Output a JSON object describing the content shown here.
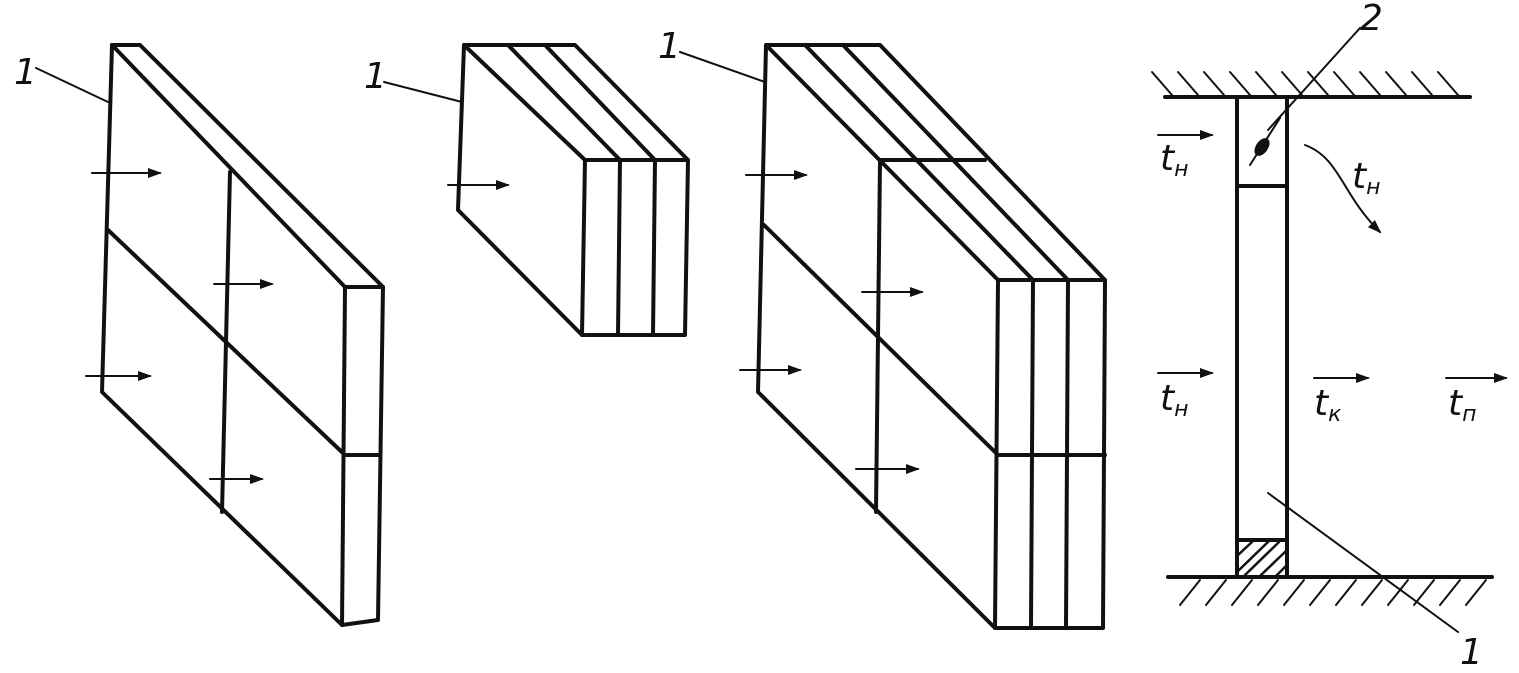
{
  "labels": {
    "panel_a_callout": "1",
    "panel_b_callout": "1",
    "panel_c_callout": "1",
    "section_callout_top": "2",
    "section_callout_bottom": "1"
  },
  "temperatures": {
    "outer_upper": {
      "base": "t",
      "sub": "н"
    },
    "outer_sensor": {
      "base": "t",
      "sub": "н"
    },
    "outer_lower": {
      "base": "t",
      "sub": "н"
    },
    "inner_k": {
      "base": "t",
      "sub": "к"
    },
    "inner_p": {
      "base": "t",
      "sub": "п"
    }
  }
}
